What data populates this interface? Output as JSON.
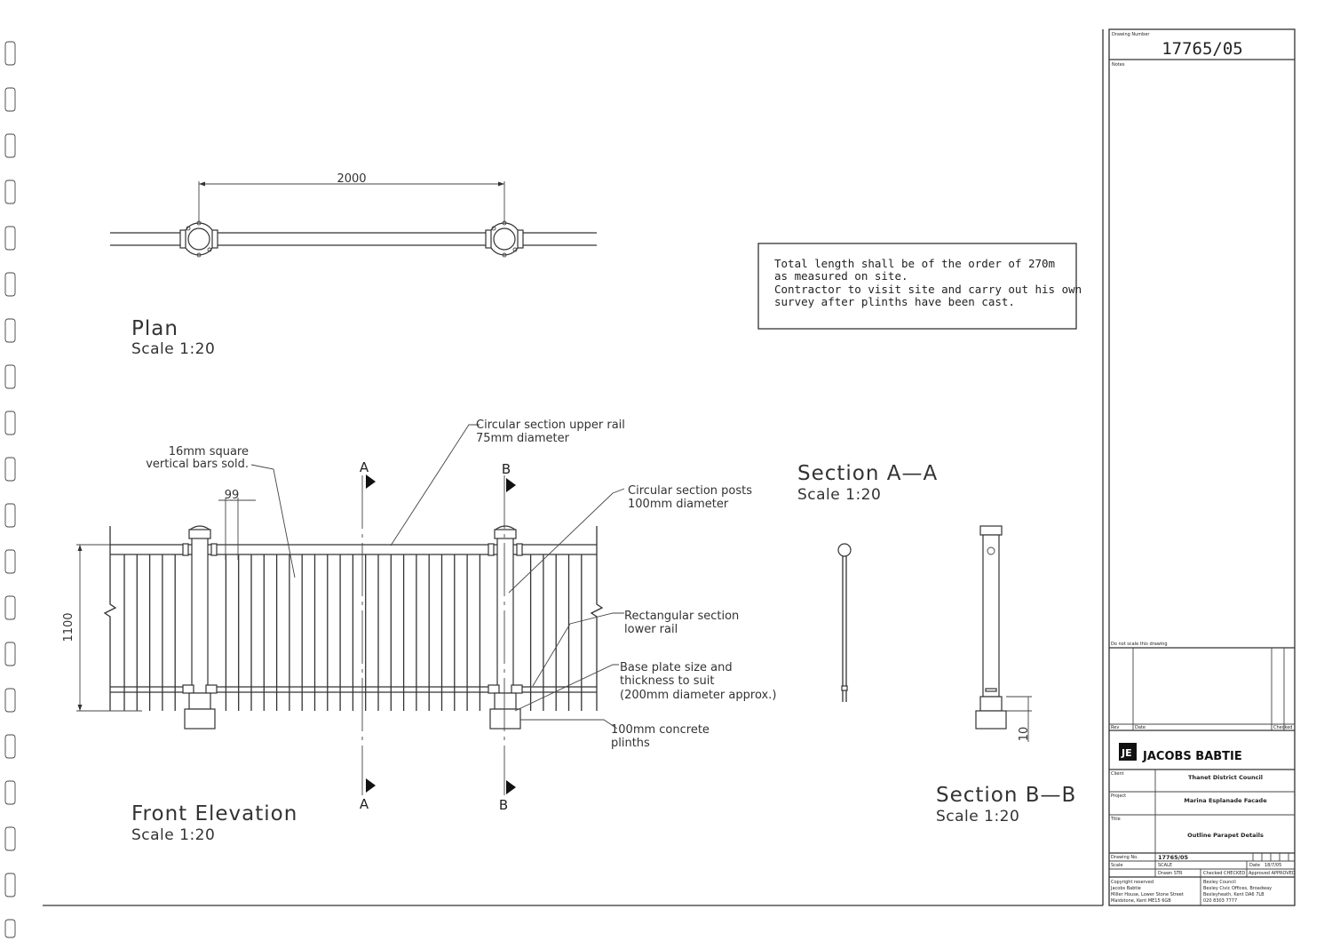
{
  "plan": {
    "title": "Plan",
    "scale": "Scale 1:20",
    "dimension": "2000"
  },
  "note": {
    "lines": [
      "Total length shall be of the order of 270m",
      "as measured on site.",
      "Contractor to visit site and carry out his own",
      "survey after plinths have been cast."
    ]
  },
  "elevation": {
    "title": "Front Elevation",
    "scale": "Scale 1:20",
    "height_dim": "1100",
    "bar_spacing_dim": "99",
    "section_a": "A",
    "section_b": "B",
    "callouts": {
      "bars": [
        "16mm square",
        "vertical bars sold."
      ],
      "upper_rail": [
        "Circular section upper rail",
        "75mm diameter"
      ],
      "posts": [
        "Circular section posts",
        "100mm diameter"
      ],
      "lower_rail": [
        "Rectangular section",
        "lower rail"
      ],
      "base_plate": [
        "Base plate size and",
        "thickness to suit",
        "(200mm diameter approx.)"
      ],
      "plinths": [
        "100mm concrete",
        "plinths"
      ]
    }
  },
  "section_aa": {
    "title": "Section A—A",
    "scale": "Scale 1:20"
  },
  "section_bb": {
    "title": "Section B—B",
    "scale": "Scale 1:20",
    "dim": "10"
  },
  "title_block": {
    "drawing_number_label": "Drawing Number",
    "drawing_number": "17765/05",
    "notes_label": "Notes",
    "do_not_scale": "Do not scale this drawing",
    "rev_label": "Rev",
    "date_label": "Date",
    "checked_label": "Checked",
    "company": "JACOBS BABTIE",
    "company_mark": "JE",
    "client_label": "Client",
    "client": "Thanet District Council",
    "project_label": "Project",
    "project": "Marina Esplanade Facade",
    "title_label": "Title",
    "title": "Outline Parapet Details",
    "drawing_no_label": "Drawing No.",
    "drawing_no": "17765/05",
    "scale_label": "Scale",
    "scale_value": "SCALE",
    "date_field_label": "Date",
    "date_value": "18/7/05",
    "drawn": "Drawn  STR",
    "checked": "Checked  CHECKED",
    "approved": "Approved  APPROVED",
    "copyright": [
      "Copyright reserved",
      "Jacobs Babtie",
      "Miller House, Lower Stone Street",
      "Maidstone, Kent ME15 6GB"
    ],
    "client_address": [
      "Bexley Council",
      "Bexley Civic Offices, Broadway",
      "Bexleyheath, Kent DA6 7LB",
      "020 8303 7777"
    ]
  }
}
